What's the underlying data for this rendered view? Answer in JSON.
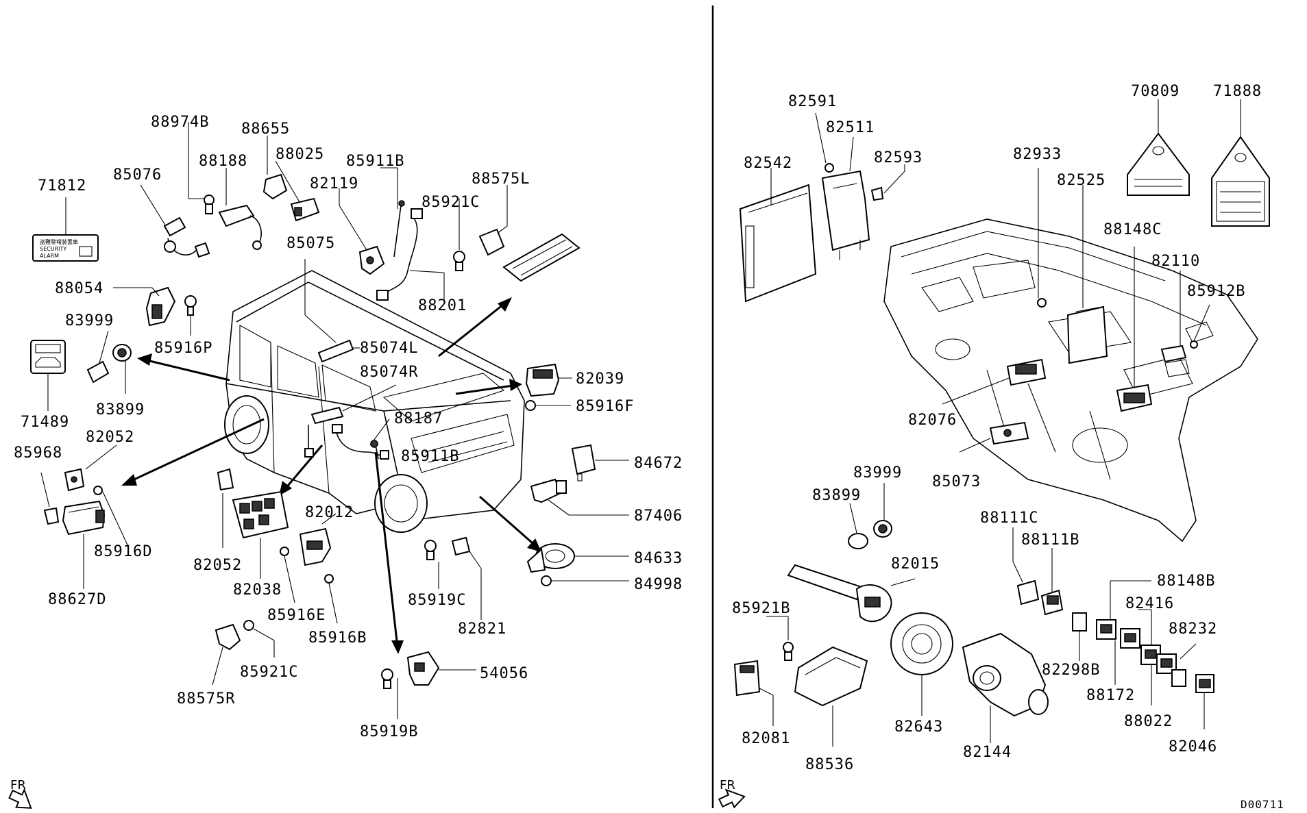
{
  "diagram": {
    "left_labels": {
      "p71812": "71812",
      "p88974B": "88974B",
      "p88655": "88655",
      "p88188": "88188",
      "p88025": "88025",
      "p85076": "85076",
      "p82119": "82119",
      "p85911B_top": "85911B",
      "p85921C_top": "85921C",
      "p88575L": "88575L",
      "p85075": "85075",
      "p88054": "88054",
      "p88201": "88201",
      "p83999": "83999",
      "p85916P": "85916P",
      "p85074L": "85074L",
      "p85074R": "85074R",
      "p71489": "71489",
      "p83899": "83899",
      "p82039": "82039",
      "p85916F": "85916F",
      "p88187": "88187",
      "p82052_top": "82052",
      "p85968": "85968",
      "p85911B_mid": "85911B",
      "p84672": "84672",
      "p85916D": "85916D",
      "p82012": "82012",
      "p87406": "87406",
      "p82052_bot": "82052",
      "p84633": "84633",
      "p82038": "82038",
      "p84998": "84998",
      "p88627D": "88627D",
      "p85916E": "85916E",
      "p85919C": "85919C",
      "p85916B": "85916B",
      "p82821": "82821",
      "p85921C_bot": "85921C",
      "p54056": "54056",
      "p88575R": "88575R",
      "p85919B": "85919B"
    },
    "right_labels": {
      "p82591": "82591",
      "p70809": "70809",
      "p71888": "71888",
      "p82511": "82511",
      "p82542": "82542",
      "p82593": "82593",
      "p82933": "82933",
      "p82525": "82525",
      "p88148C": "88148C",
      "p82110": "82110",
      "p85912B": "85912B",
      "p82076": "82076",
      "p85073": "85073",
      "p83999": "83999",
      "p83899": "83899",
      "p88111C": "88111C",
      "p88111B": "88111B",
      "p82015": "82015",
      "p88148B": "88148B",
      "p85921B": "85921B",
      "p82416": "82416",
      "p88232": "88232",
      "p82298B": "82298B",
      "p88172": "88172",
      "p82643": "82643",
      "p88022": "88022",
      "p82144": "82144",
      "p82081": "82081",
      "p82046": "82046",
      "p88536": "88536"
    },
    "fr_left": "FR",
    "fr_right": "FR",
    "diagram_code": "D00711",
    "label_71812_line1": "盗難警報装置車",
    "label_71812_line2": "SECURITY",
    "label_71812_line3": "ALARM"
  },
  "colors": {
    "line": "#000000",
    "background": "#ffffff"
  }
}
